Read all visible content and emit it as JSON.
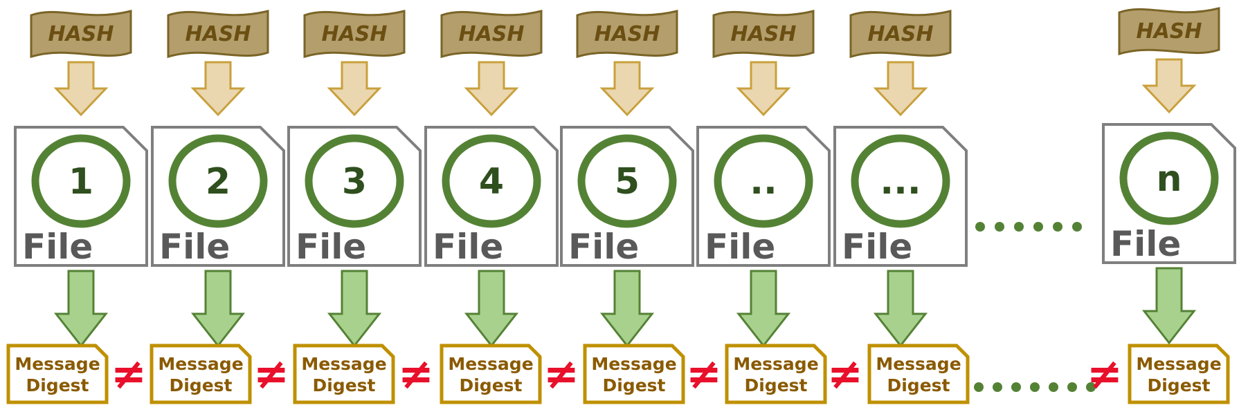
{
  "columns": [
    {
      "hash_label": "HASH",
      "file_number": "1",
      "file_label": "File",
      "digest_line1": "Message",
      "digest_line2": "Digest"
    },
    {
      "hash_label": "HASH",
      "file_number": "2",
      "file_label": "File",
      "digest_line1": "Message",
      "digest_line2": "Digest"
    },
    {
      "hash_label": "HASH",
      "file_number": "3",
      "file_label": "File",
      "digest_line1": "Message",
      "digest_line2": "Digest"
    },
    {
      "hash_label": "HASH",
      "file_number": "4",
      "file_label": "File",
      "digest_line1": "Message",
      "digest_line2": "Digest"
    },
    {
      "hash_label": "HASH",
      "file_number": "5",
      "file_label": "File",
      "digest_line1": "Message",
      "digest_line2": "Digest"
    },
    {
      "hash_label": "HASH",
      "file_number": "..",
      "file_label": "File",
      "digest_line1": "Message",
      "digest_line2": "Digest"
    },
    {
      "hash_label": "HASH",
      "file_number": "...",
      "file_label": "File",
      "digest_line1": "Message",
      "digest_line2": "Digest"
    },
    {
      "hash_label": "HASH",
      "file_number": "n",
      "file_label": "File",
      "digest_line1": "Message",
      "digest_line2": "Digest"
    }
  ],
  "inequality_symbol": "≠",
  "colors": {
    "hash_fill": "#b39e6c",
    "hash_stroke": "#7a6426",
    "down_arrow_fill": "#ead7b0",
    "down_arrow_stroke": "#c9a03c",
    "file_stroke": "#7f7f7f",
    "circle_stroke": "#548235",
    "green_arrow_fill": "#a9d18e",
    "green_arrow_stroke": "#548235",
    "digest_stroke": "#bf9000",
    "dots": "#548235",
    "neq": "#e8102a"
  }
}
